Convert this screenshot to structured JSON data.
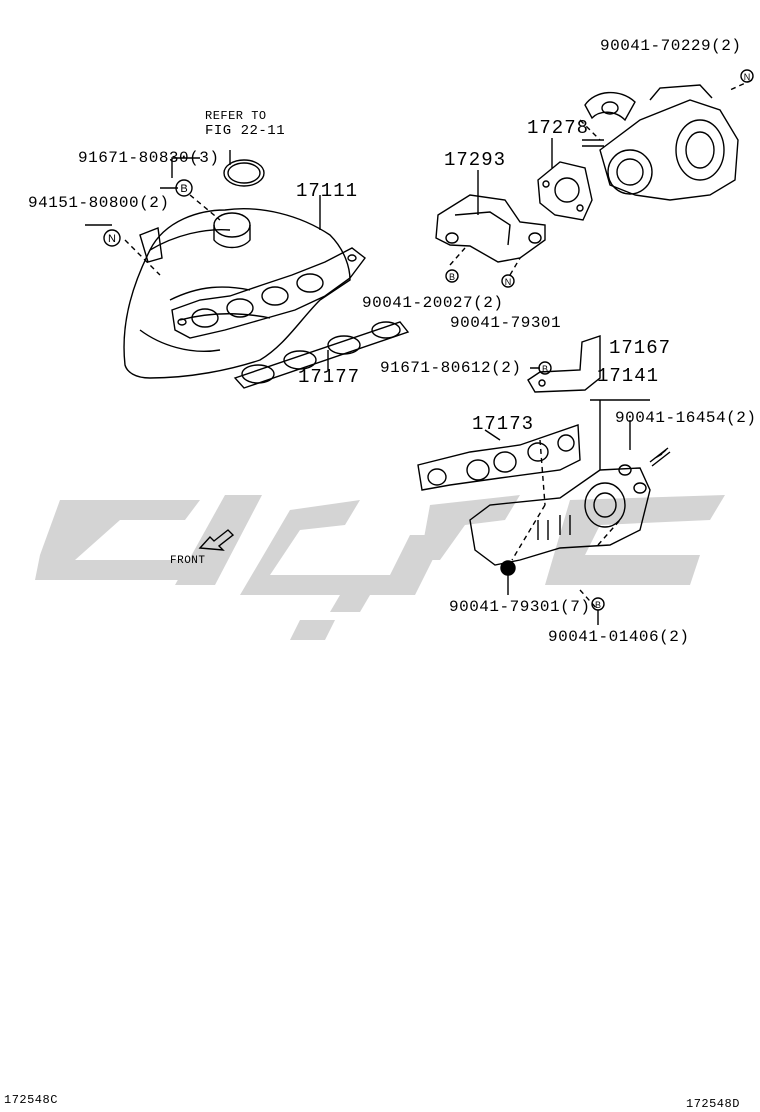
{
  "labels": {
    "p90041_70229": "90041-70229(2)",
    "refer_to": "REFER TO",
    "fig_ref": "FIG 22-11",
    "p17278": "17278",
    "p17293": "17293",
    "p91671_80830": "91671-80830(3)",
    "p17111": "17111",
    "p94151_80800": "94151-80800(2)",
    "p90041_20027": "90041-20027(2)",
    "p90041_79301_a": "90041-79301",
    "p17167": "17167",
    "p91671_80612": "91671-80612(2)",
    "p17141": "17141",
    "p17177": "17177",
    "p17173": "17173",
    "p90041_16454": "90041-16454(2)",
    "front": "FRONT",
    "p90041_79301_b": "90041-79301(7)",
    "p90041_01406": "90041-01406(2)",
    "code_left": "172548C",
    "code_right": "172548D"
  },
  "markers": {
    "b": "B",
    "n": "N"
  },
  "colors": {
    "line": "#000000",
    "watermark": "#d4d4d4",
    "background": "#ffffff"
  }
}
